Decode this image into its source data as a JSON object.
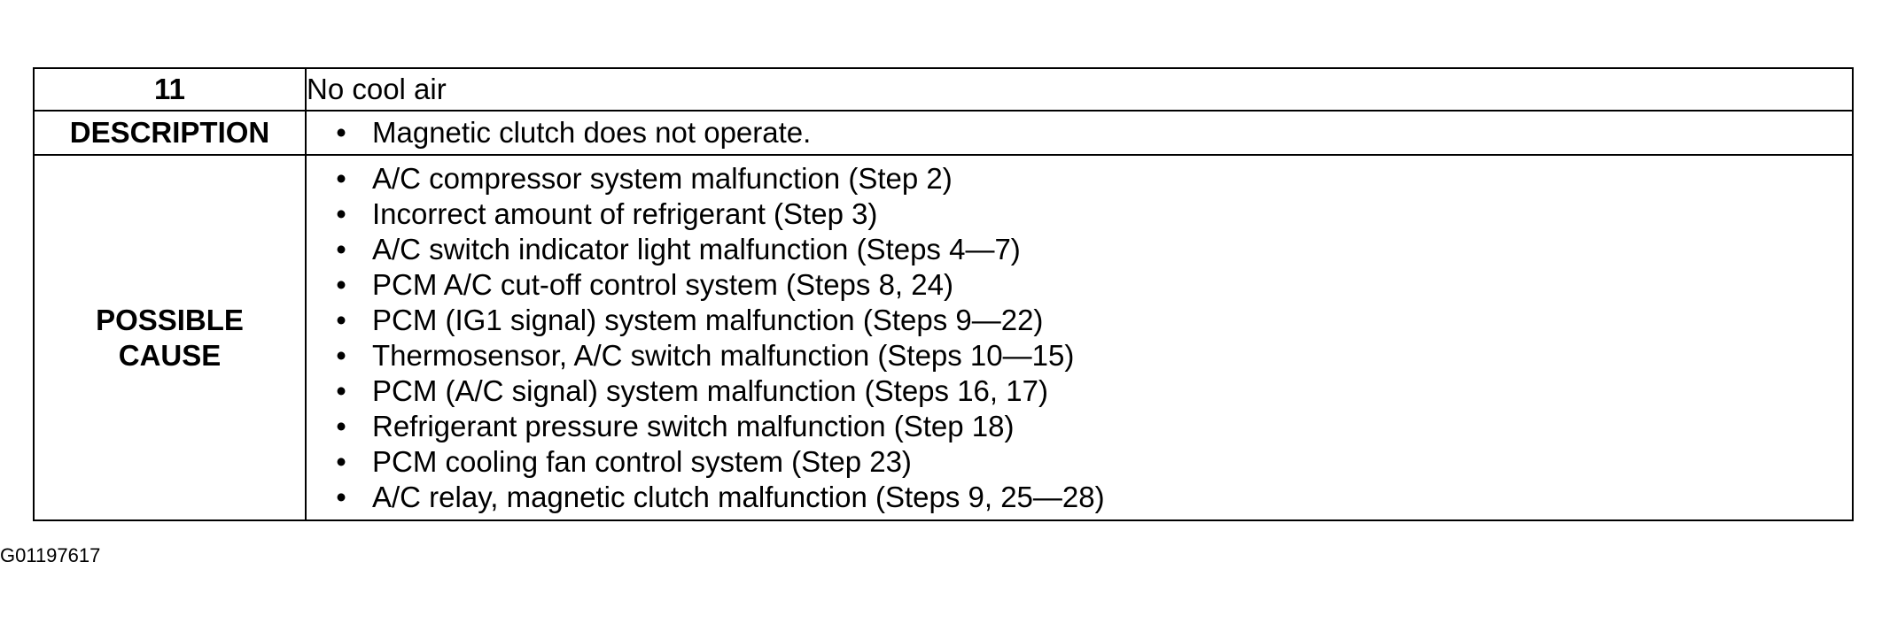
{
  "table": {
    "number": "11",
    "title": "No cool air",
    "description_label": "DESCRIPTION",
    "description_items": [
      "Magnetic clutch does not operate."
    ],
    "cause_label_line1": "POSSIBLE",
    "cause_label_line2": "CAUSE",
    "cause_items": [
      "A/C compressor system malfunction (Step 2)",
      "Incorrect amount of refrigerant (Step 3)",
      "A/C switch indicator light malfunction (Steps 4—7)",
      "PCM A/C cut-off control system (Steps 8, 24)",
      "PCM (IG1 signal) system malfunction (Steps 9—22)",
      "Thermosensor, A/C switch malfunction (Steps 10—15)",
      "PCM (A/C signal) system malfunction (Steps 16, 17)",
      "Refrigerant pressure switch malfunction (Step 18)",
      "PCM cooling fan control system (Step 23)",
      "A/C relay, magnetic clutch malfunction (Steps 9, 25—28)"
    ],
    "bullet_glyph": "•"
  },
  "figure_id": "G01197617"
}
